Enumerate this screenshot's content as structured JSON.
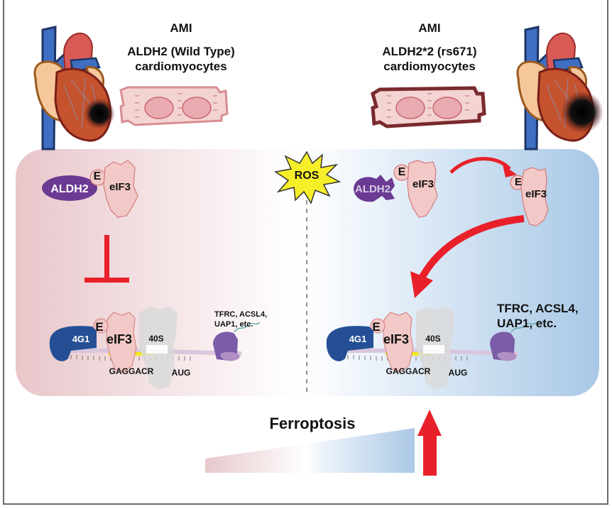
{
  "left_condition": {
    "title": "AMI",
    "genotype": "ALDH2 (Wild Type)",
    "cell_type": "cardiomyocytes"
  },
  "right_condition": {
    "title": "AMI",
    "genotype": "ALDH2*2 (rs671)",
    "cell_type": "cardiomyocytes"
  },
  "stressor": "ROS",
  "left_panel": {
    "aldh2_label": "ALDH2",
    "e_label": "E",
    "eif3_label": "eIF3",
    "complex": {
      "g1_label": "4G1",
      "e_label": "E",
      "eif3_label": "eIF3",
      "ribosome_label": "40S",
      "motif_label": "GAGGACR",
      "start_codon_label": "AUG"
    },
    "targets": [
      "TFRC, ACSL4,",
      "UAP1, etc."
    ]
  },
  "right_panel": {
    "aldh2_label": "ALDH2",
    "e_label": "E",
    "eif3_label": "eIF3",
    "free_e_label": "E",
    "free_eif3_label": "eIF3",
    "complex": {
      "g1_label": "4G1",
      "e_label": "E",
      "eif3_label": "eIF3",
      "ribosome_label": "40S",
      "motif_label": "GAGGACR",
      "start_codon_label": "AUG"
    },
    "targets": [
      "TFRC, ACSL4,",
      "UAP1, etc."
    ]
  },
  "outcome": {
    "label": "Ferroptosis",
    "direction": "increase"
  },
  "colors": {
    "inhibit_red": "#e8202a",
    "aldh2_purple": "#6b3a93",
    "eif3_pink": "#f2c9c6",
    "eif3_outline": "#d47a7a",
    "g1_blue": "#244f95",
    "ros_yellow": "#f7ee2a",
    "motif_yellow": "#f2e818",
    "left_bg": "#eccfd2",
    "right_bg": "#a9c9e6"
  }
}
